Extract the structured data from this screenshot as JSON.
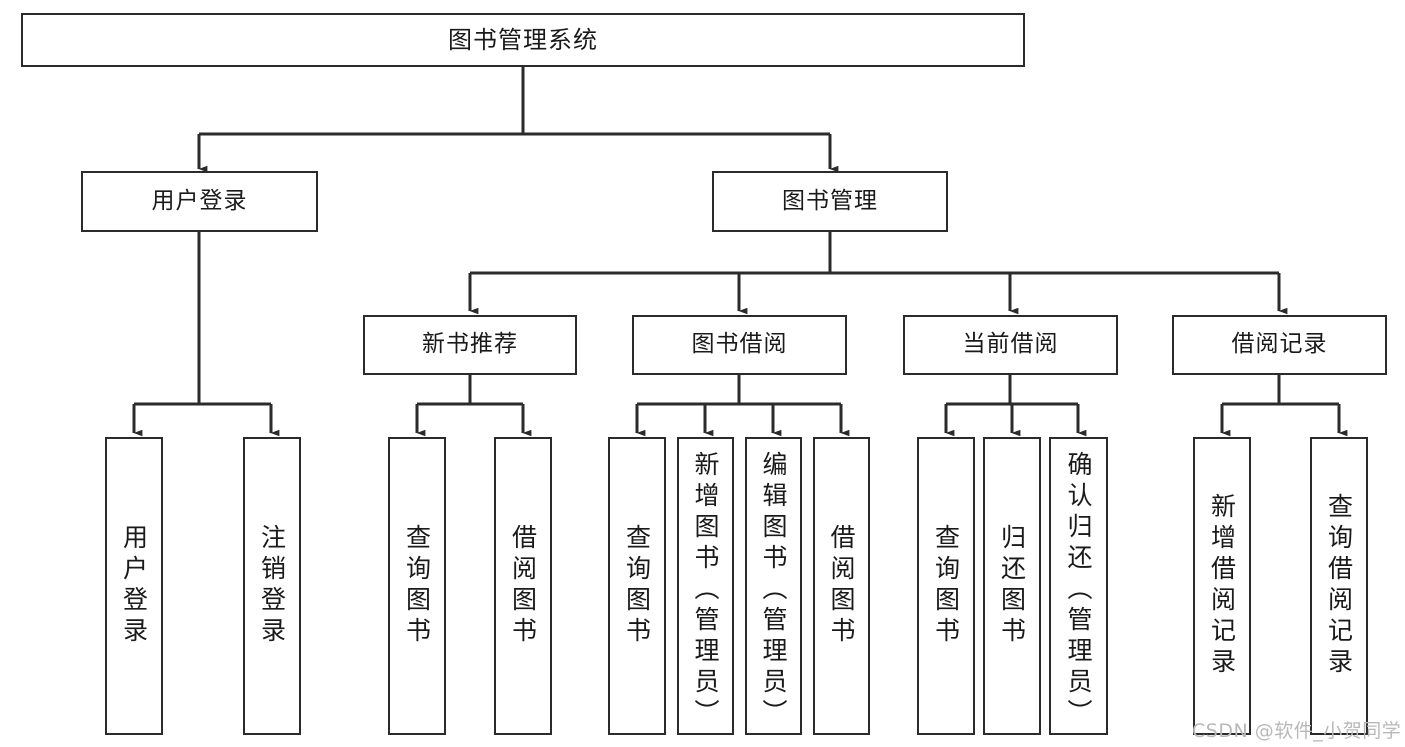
{
  "diagram": {
    "title": "图书管理系统",
    "type": "tree",
    "watermark": "CSDN @软件_小贺同学",
    "colors": {
      "border": "#2b2b2b",
      "background": "#ffffff",
      "text": "#1a1a1a",
      "watermark": "#b9b9b9"
    },
    "root": {
      "label": "图书管理系统"
    },
    "level1": [
      {
        "label": "用户登录"
      },
      {
        "label": "图书管理"
      }
    ],
    "level2": [
      {
        "label": "新书推荐"
      },
      {
        "label": "图书借阅"
      },
      {
        "label": "当前借阅"
      },
      {
        "label": "借阅记录"
      }
    ],
    "leaves": {
      "user_login": [
        {
          "label": "用户登录"
        },
        {
          "label": "注销登录"
        }
      ],
      "new_book": [
        {
          "label": "查询图书"
        },
        {
          "label": "借阅图书"
        }
      ],
      "book_borrow": [
        {
          "label": "查询图书"
        },
        {
          "label": "新增图书（管理员）"
        },
        {
          "label": "编辑图书（管理员）"
        },
        {
          "label": "借阅图书"
        }
      ],
      "current_borrow": [
        {
          "label": "查询图书"
        },
        {
          "label": "归还图书"
        },
        {
          "label": "确认归还（管理员）"
        }
      ],
      "borrow_record": [
        {
          "label": "新增借阅记录"
        },
        {
          "label": "查询借阅记录"
        }
      ]
    }
  }
}
